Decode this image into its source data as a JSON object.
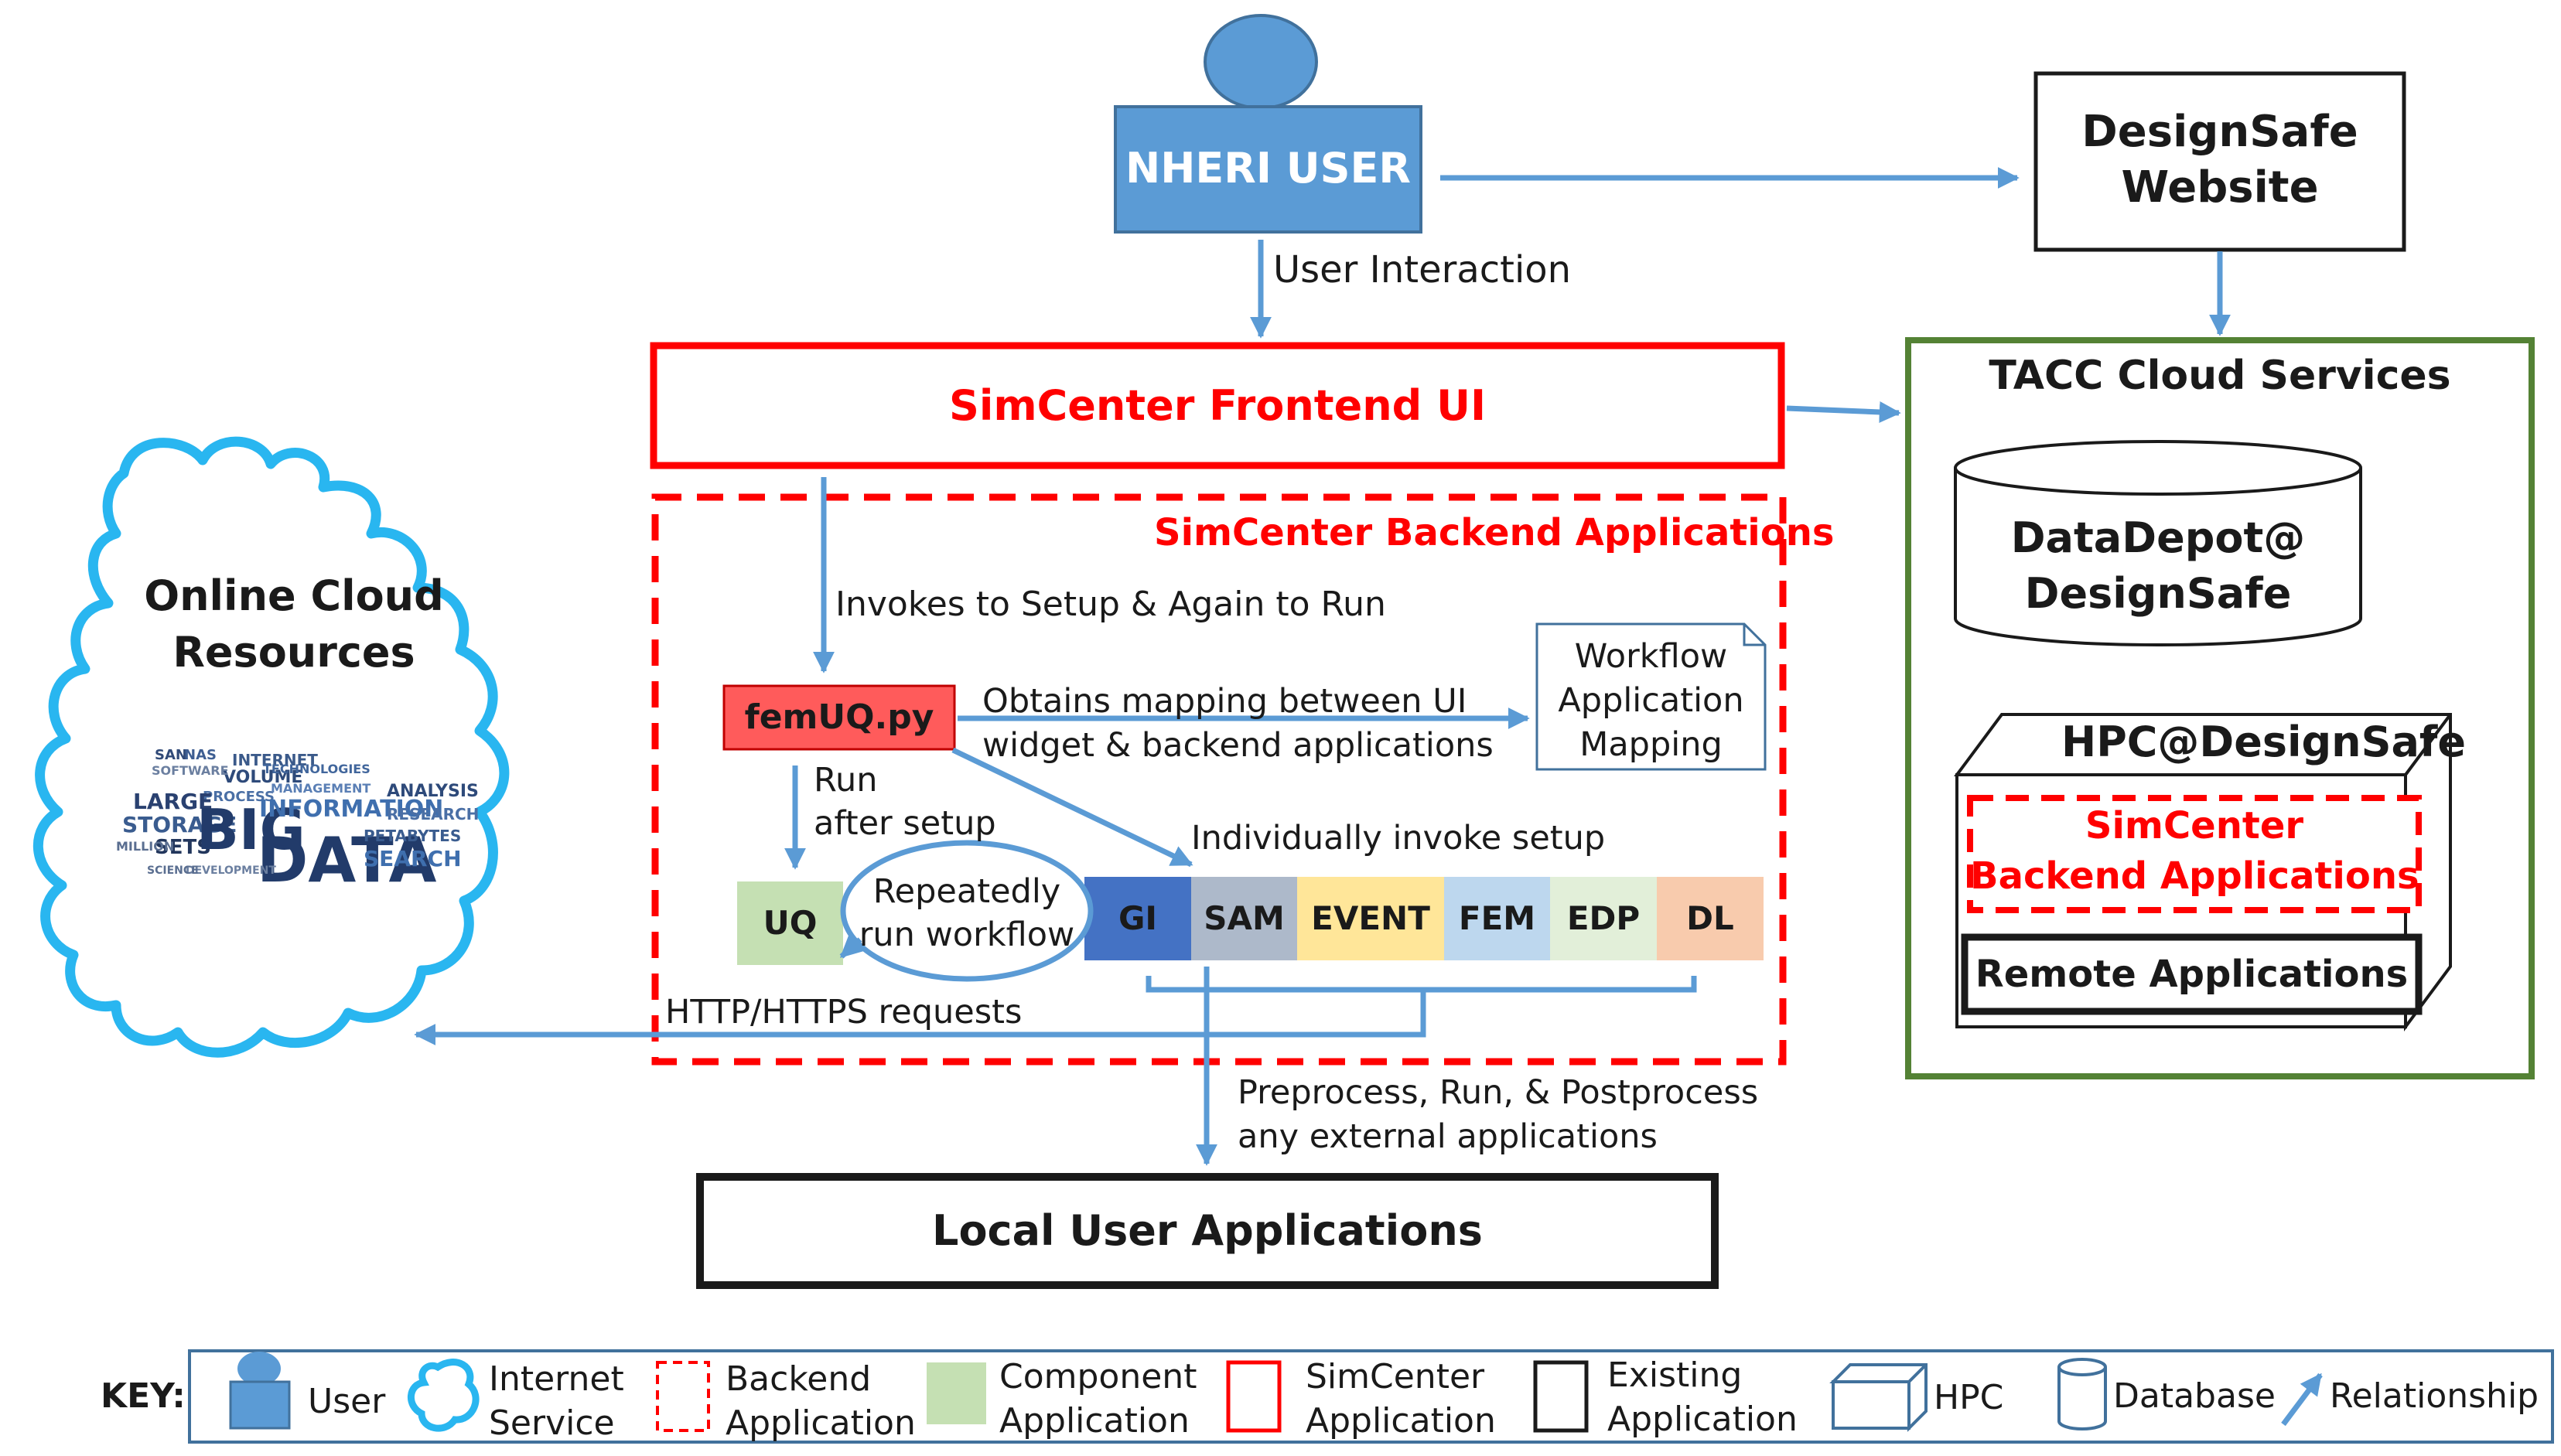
{
  "nodes": {
    "nheri_user": "NHERI USER",
    "designsafe_website": [
      "DesignSafe",
      "Website"
    ],
    "frontend_ui": "SimCenter Frontend UI",
    "tacc_cloud": "TACC Cloud Services",
    "datadepot": [
      "DataDepot@",
      "DesignSafe"
    ],
    "hpc": "HPC@DesignSafe",
    "hpc_backend": [
      "SimCenter",
      "Backend Applications"
    ],
    "remote_apps": "Remote Applications",
    "backend_apps": "SimCenter Backend Applications",
    "femuq": "femUQ.py",
    "workflow_mapping": [
      "Workflow",
      "Application",
      "Mapping"
    ],
    "online_cloud": [
      "Online Cloud",
      "Resources"
    ],
    "local_apps": "Local User Applications",
    "repeat_workflow": [
      "Repeatedly",
      "run workflow"
    ]
  },
  "word_cloud": {
    "big": "BIG",
    "data": "DATA",
    "information": "INFORMATION",
    "large": "LARGE",
    "storage": "STORAGE",
    "sets": "SETS",
    "analysis": "ANALYSIS",
    "research": "RESEARCH",
    "search": "SEARCH",
    "management": "MANAGEMENT",
    "volume": "VOLUME",
    "software": "SOFTWARE",
    "process": "PROCESS",
    "million": "MILLION",
    "technologies": "TECHNOLOGIES",
    "petabytes": "PETABYTES",
    "internet": "INTERNET",
    "science": "SCIENCE",
    "development": "DEVELOPMENT",
    "san": "SAN",
    "nas": "NAS"
  },
  "components": {
    "uq": "UQ",
    "gi": "GI",
    "sam": "SAM",
    "event": "EVENT",
    "fem": "FEM",
    "edp": "EDP",
    "dl": "DL"
  },
  "edge_labels": {
    "user_interaction": "User Interaction",
    "invokes": "Invokes to Setup & Again to Run",
    "obtains_mapping": [
      "Obtains mapping between UI",
      "widget & backend applications"
    ],
    "run_after_setup": [
      "Run",
      "after setup"
    ],
    "individually_invoke": "Individually invoke setup",
    "http_requests": "HTTP/HTTPS requests",
    "preprocess": [
      "Preprocess, Run, & Postprocess",
      "any external applications"
    ]
  },
  "key": {
    "title": "KEY:",
    "user": "User",
    "internet_service": [
      "Internet",
      "Service"
    ],
    "backend_application": [
      "Backend",
      "Application"
    ],
    "component_application": [
      "Component",
      "Application"
    ],
    "simcenter_application": [
      "SimCenter",
      "Application"
    ],
    "existing_application": [
      "Existing",
      "Application"
    ],
    "hpc": "HPC",
    "database": "Database",
    "relationship": "Relationship"
  },
  "colors": {
    "arrow_blue": "#5b9bd5",
    "user_fill": "#5b9bd5",
    "cloud_blue": "#29b6f0",
    "red": "#ff0000",
    "green_border": "#548235",
    "femuq_fill": "#ff5b5b",
    "uq_fill": "#c5e0b3",
    "gi_fill": "#4472c4",
    "sam_fill": "#adb9ca",
    "event_fill": "#ffe699",
    "fem_fill": "#bdd7ee",
    "edp_fill": "#e2efd9",
    "dl_fill": "#f8cbad"
  }
}
